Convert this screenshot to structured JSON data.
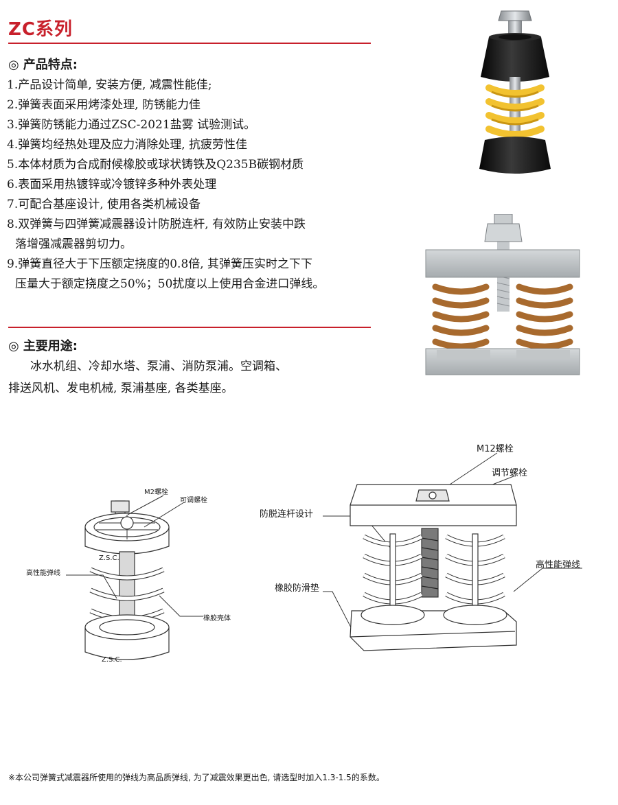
{
  "title": "ZC系列",
  "features": {
    "mark": "◎",
    "heading": "产品特点:",
    "items": [
      {
        "line1": "1.产品设计简单, 安装方便, 减震性能佳;",
        "line2": ""
      },
      {
        "line1": "2.弹簧表面采用烤漆处理, 防锈能力佳",
        "line2": ""
      },
      {
        "line1": "3.弹簧防锈能力通过ZSC-2021盐雾 试验测试。",
        "line2": ""
      },
      {
        "line1": "4.弹簧均经热处理及应力消除处理, 抗疲劳性佳",
        "line2": ""
      },
      {
        "line1": "5.本体材质为合成耐候橡胶或球状铸铁及Q235B碳钢材质",
        "line2": ""
      },
      {
        "line1": "6.表面采用热镀锌或冷镀锌多种外表处理",
        "line2": ""
      },
      {
        "line1": "7.可配合基座设计, 使用各类机械设备",
        "line2": ""
      },
      {
        "line1": "8.双弹簧与四弹簧减震器设计防脱连杆, 有效防止安装中跌",
        "line2": "落增强减震器剪切力。"
      },
      {
        "line1": "9.弹簧直径大于下压额定挠度的0.8倍, 其弹簧压实时之下下",
        "line2": "压量大于额定挠度之50%；50扰度以上使用合金进口弹线。"
      }
    ]
  },
  "uses": {
    "mark": "◎",
    "heading": "主要用途:",
    "line1": "冰水机组、冷却水塔、泵浦、消防泵浦。空调箱、",
    "line2": "排送风机、发电机械, 泵浦基座, 各类基座。"
  },
  "diagram_left": {
    "bolt_label": "M2螺栓",
    "adjust_label": "可调螺栓",
    "spring_label": "高性能弹线",
    "shell_label": "橡胶壳体",
    "brand_top": "Z.S.C.",
    "brand_bottom": "Z.S.C."
  },
  "diagram_right": {
    "bolt_label": "M12螺栓",
    "adjust_label": "调节螺栓",
    "rod_label": "防脱连杆设计",
    "spring_label": "高性能弹线",
    "pad_label": "橡胶防滑垫"
  },
  "footnote": "※本公司弹簧式减震器所使用的弹线为高品质弹线, 为了减震效果更出色, 请选型时加入1.3-1.5的系数。",
  "colors": {
    "accent": "#c8202b",
    "spring_yellow": "#f2c230",
    "spring_brown": "#a86a2e",
    "rubber": "#1e1e1e",
    "metal": "#b9bec1"
  }
}
